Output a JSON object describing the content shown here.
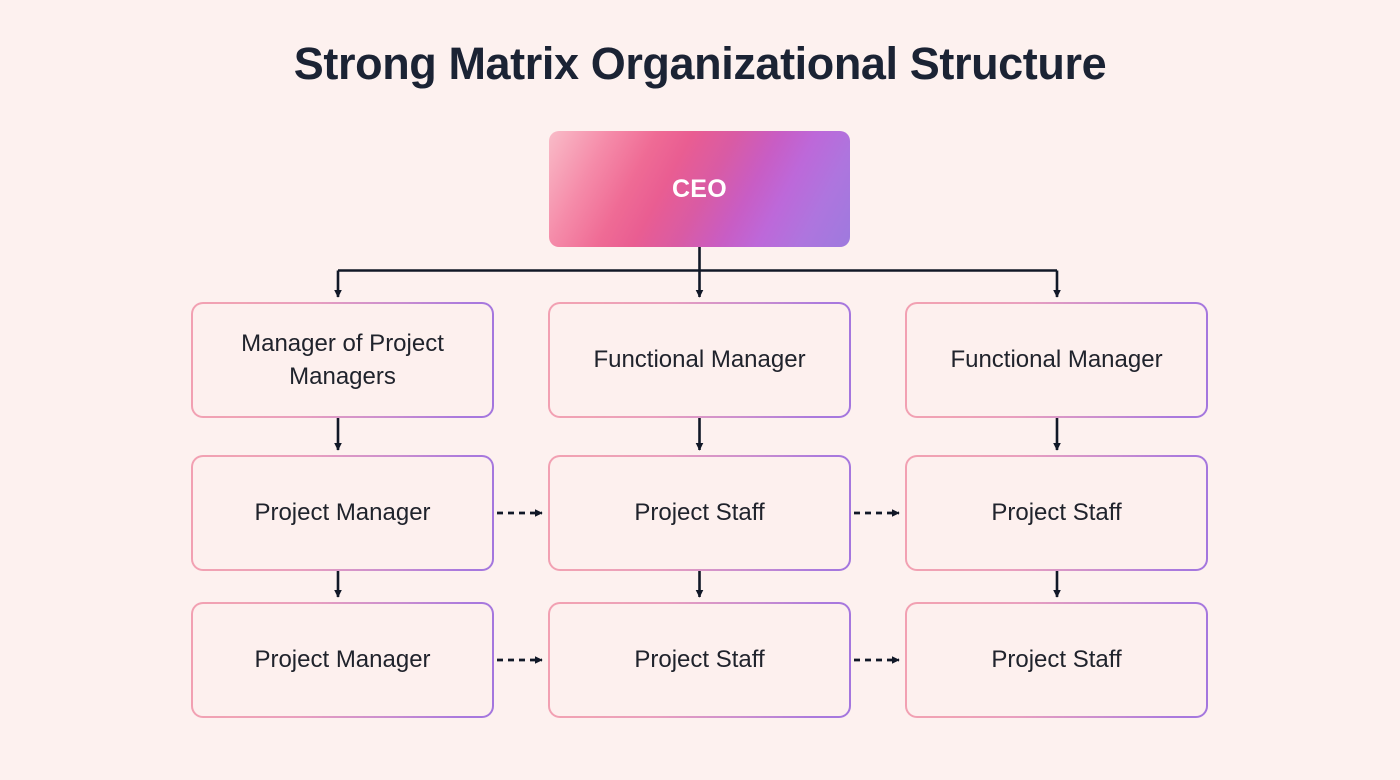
{
  "page": {
    "title": "Strong Matrix Organizational Structure",
    "background_color": "#fdf1ef",
    "title_color": "#1b2334"
  },
  "diagram": {
    "type": "org-chart",
    "root": {
      "label": "CEO",
      "text_color": "#ffffff",
      "gradient_from": "#f9bcc8",
      "gradient_mid": "#e95d92",
      "gradient_to": "#9e7ade"
    },
    "connector_color": "#111827",
    "node_fill": "#fdf0ee",
    "node_border_from": "#f2a0b2",
    "node_border_to": "#a376de",
    "node_text_color": "#20232c",
    "columns": [
      {
        "index": 0,
        "nodes": [
          {
            "label": "Manager of Project Managers"
          },
          {
            "label": "Project Manager"
          },
          {
            "label": "Project Manager"
          }
        ]
      },
      {
        "index": 1,
        "nodes": [
          {
            "label": "Functional Manager"
          },
          {
            "label": "Project Staff"
          },
          {
            "label": "Project Staff"
          }
        ]
      },
      {
        "index": 2,
        "nodes": [
          {
            "label": "Functional Manager"
          },
          {
            "label": "Project Staff"
          },
          {
            "label": "Project Staff"
          }
        ]
      }
    ],
    "edges": {
      "solid_vertical_from_ceo": 3,
      "solid_vertical_between_rows": 6,
      "dashed_horizontal": 4
    }
  }
}
